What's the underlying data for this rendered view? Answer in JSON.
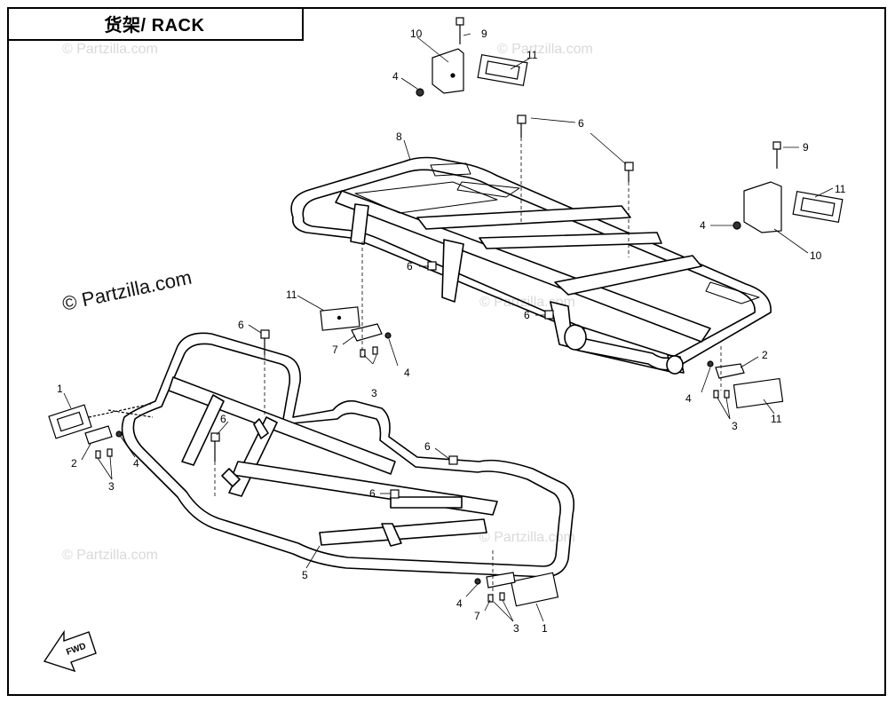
{
  "diagram": {
    "title": "货架/ RACK",
    "watermark": "© Partzilla.com",
    "fwd_label": "FWD",
    "callouts": [
      "1",
      "2",
      "3",
      "4",
      "5",
      "6",
      "7",
      "8",
      "9",
      "10",
      "11"
    ]
  }
}
